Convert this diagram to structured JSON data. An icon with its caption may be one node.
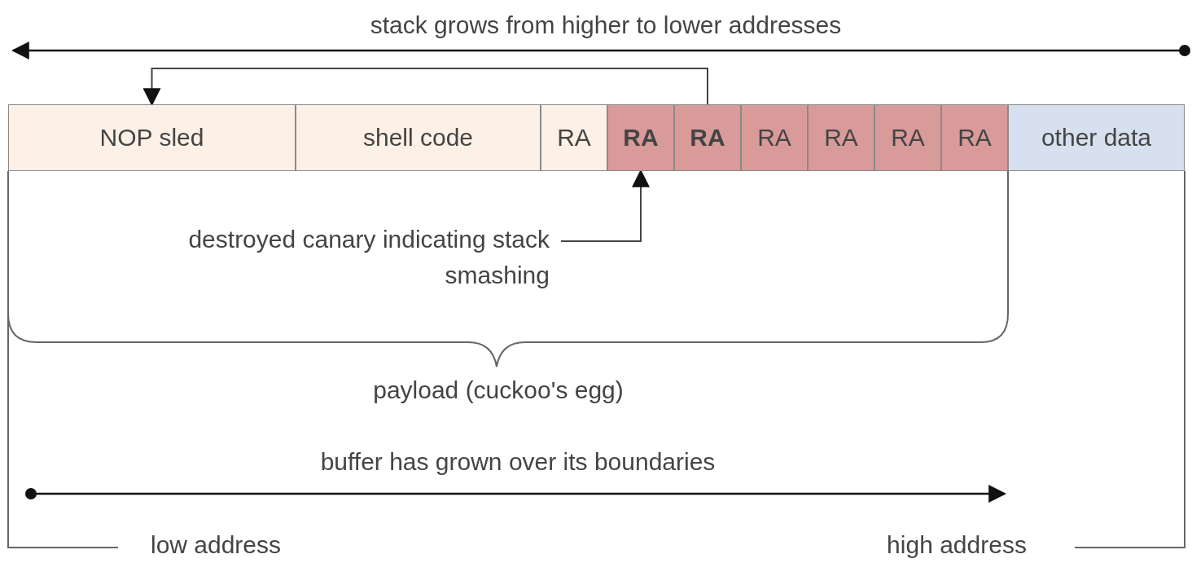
{
  "diagram": {
    "nodes": [
      {
        "text": [
          "NOP sled"
        ]
      },
      {
        "text": [
          "shell code"
        ]
      },
      {
        "text": [
          "RA"
        ]
      },
      {
        "text": [
          "RA"
        ]
      },
      {
        "text": [
          "RA"
        ]
      },
      {
        "text": [
          "RA"
        ]
      },
      {
        "text": [
          "RA"
        ]
      },
      {
        "text": [
          "RA"
        ]
      },
      {
        "text": [
          "RA"
        ]
      },
      {
        "text": [
          "other data"
        ]
      },
      {
        "text": [
          "destroyed canary indicating stack smashing"
        ]
      }
    ],
    "edges": [
      {
        "from": 4,
        "to": 0,
        "arrow": "to"
      },
      {
        "from": 10,
        "to": 3,
        "arrow": "to"
      }
    ],
    "labels": [
      "stack grows from higher to lower addresses",
      "payload (cuckoo's egg)",
      "buffer has grown over its boundaries",
      "low address",
      "high address"
    ]
  }
}
